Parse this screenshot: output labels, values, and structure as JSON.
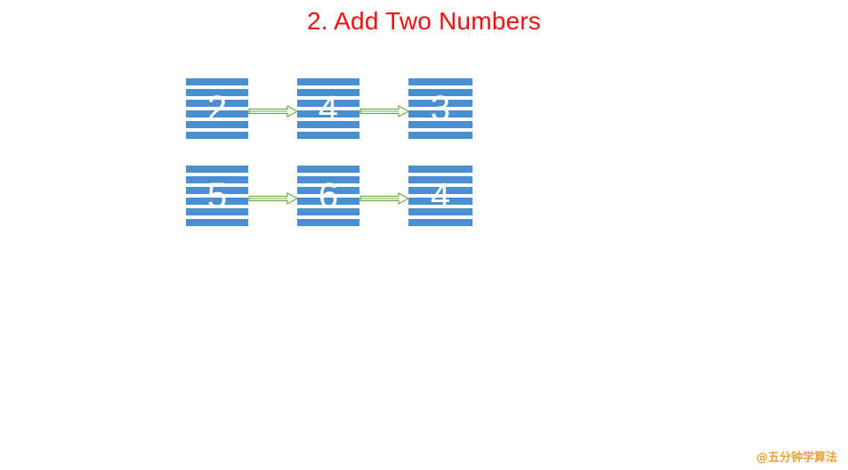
{
  "slide": {
    "title": "2. Add Two Numbers",
    "title_color": "#ee1111",
    "background_color": "#ffffff",
    "watermark": "@五分钟学算法",
    "watermark_color": "#e8a33d"
  },
  "palette": {
    "node_blue": "#4a90d0",
    "node_text": "#ffffff",
    "arrow_green": "#70ad47",
    "arrow_fill": "#ffffff"
  },
  "diagram": {
    "type": "linked-lists",
    "rows": [
      {
        "name": "list-1",
        "nodes": [
          {
            "value": "2"
          },
          {
            "value": "4"
          },
          {
            "value": "3"
          }
        ],
        "arrows": [
          {
            "label": "next-pointer",
            "glyph": "arrow-right-icon"
          },
          {
            "label": "next-pointer",
            "glyph": "arrow-right-icon"
          }
        ]
      },
      {
        "name": "list-2",
        "nodes": [
          {
            "value": "5"
          },
          {
            "value": "6"
          },
          {
            "value": "4"
          }
        ],
        "arrows": [
          {
            "label": "next-pointer",
            "glyph": "arrow-right-icon"
          },
          {
            "label": "next-pointer",
            "glyph": "arrow-right-icon"
          }
        ]
      }
    ]
  }
}
